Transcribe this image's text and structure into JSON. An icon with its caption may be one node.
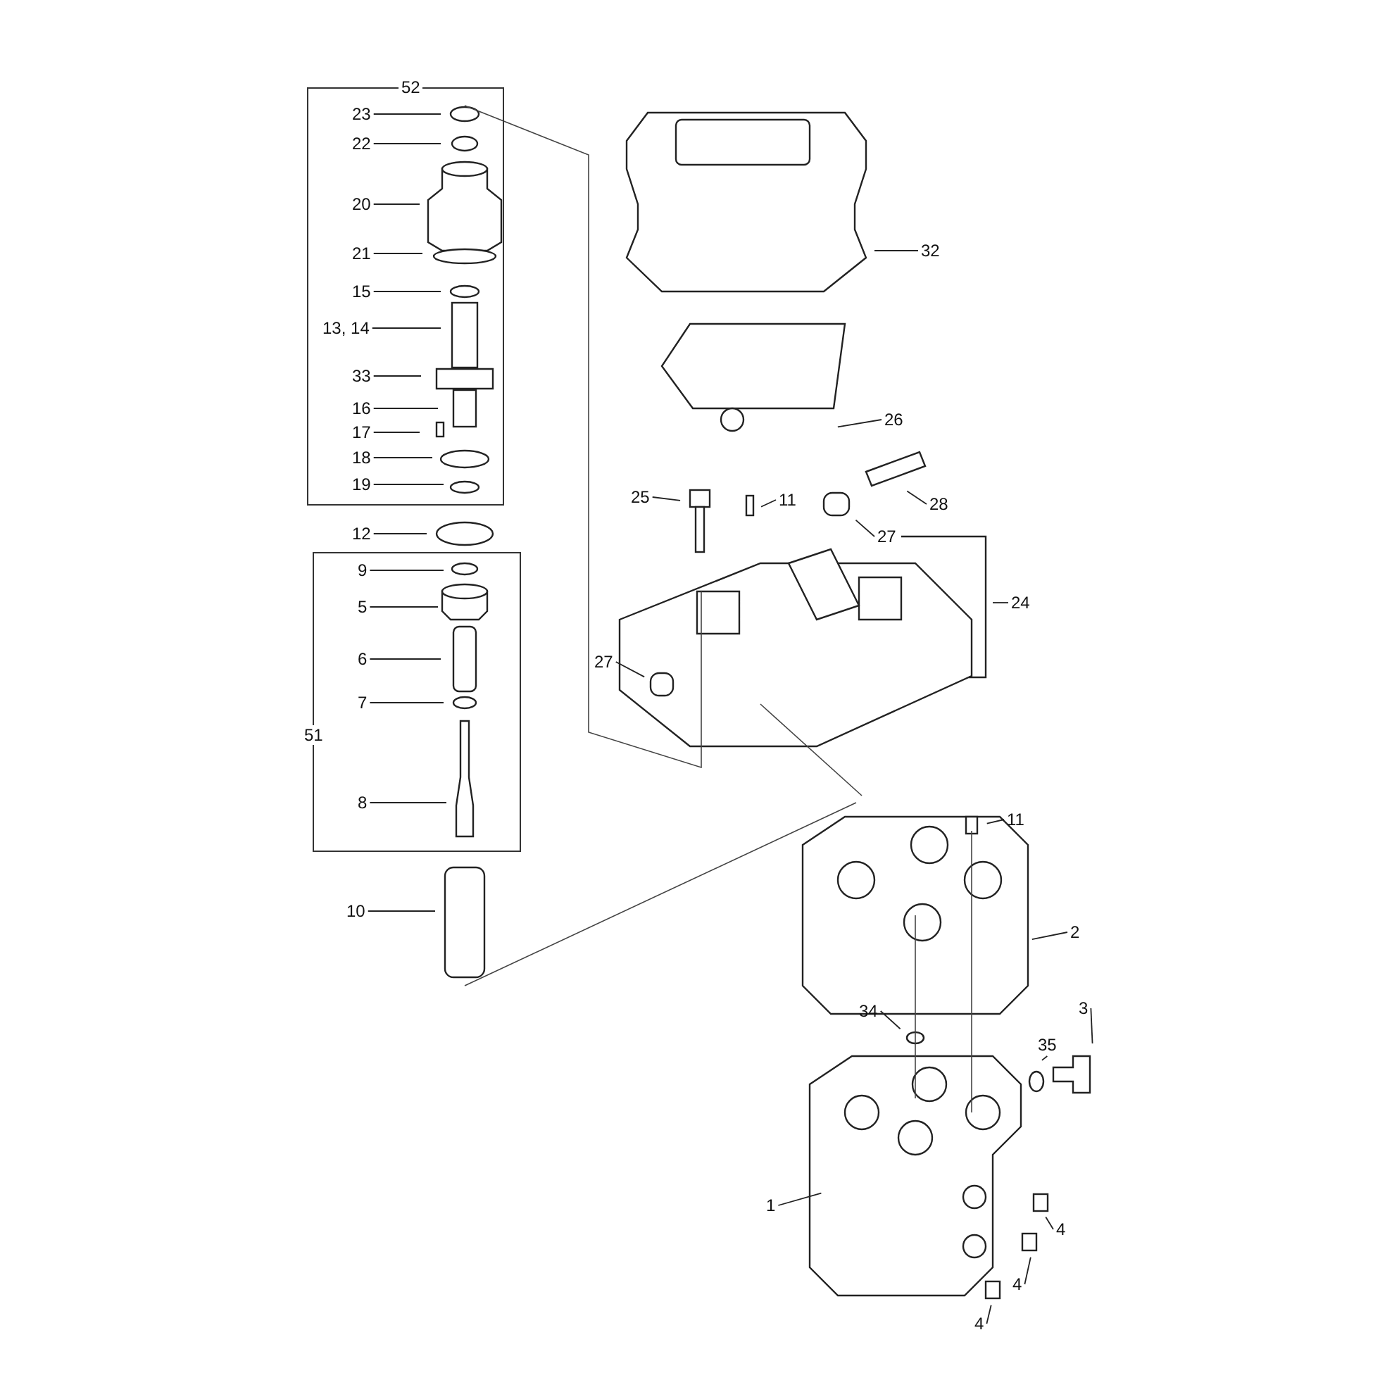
{
  "diagram": {
    "nodes": [
      {
        "text": [
          "52"
        ]
      },
      {
        "text": [
          "23"
        ],
        "in": 0
      },
      {
        "text": [
          "22"
        ],
        "in": 0
      },
      {
        "text": [
          "20"
        ],
        "in": 0
      },
      {
        "text": [
          "21"
        ],
        "in": 0
      },
      {
        "text": [
          "15"
        ],
        "in": 0
      },
      {
        "text": [
          "13, 14"
        ],
        "in": 0
      },
      {
        "text": [
          "33"
        ],
        "in": 0
      },
      {
        "text": [
          "16"
        ],
        "in": 0
      },
      {
        "text": [
          "17"
        ],
        "in": 0
      },
      {
        "text": [
          "18"
        ],
        "in": 0
      },
      {
        "text": [
          "19"
        ],
        "in": 0
      },
      {
        "text": [
          "12"
        ]
      },
      {
        "text": [
          "51"
        ]
      },
      {
        "text": [
          "9"
        ],
        "in": 13
      },
      {
        "text": [
          "5"
        ],
        "in": 13
      },
      {
        "text": [
          "6"
        ],
        "in": 13
      },
      {
        "text": [
          "7"
        ],
        "in": 13
      },
      {
        "text": [
          "8"
        ],
        "in": 13
      },
      {
        "text": [
          "10"
        ]
      },
      {
        "text": [
          "32"
        ]
      },
      {
        "text": [
          "26"
        ]
      },
      {
        "text": [
          "25"
        ]
      },
      {
        "text": [
          "11"
        ]
      },
      {
        "text": [
          "28"
        ]
      },
      {
        "text": [
          "27"
        ]
      },
      {
        "text": [
          "24"
        ]
      },
      {
        "text": [
          "27"
        ]
      },
      {
        "text": [
          "11"
        ]
      },
      {
        "text": [
          "2"
        ]
      },
      {
        "text": [
          "3"
        ]
      },
      {
        "text": [
          "34"
        ]
      },
      {
        "text": [
          "35"
        ]
      },
      {
        "text": [
          "1"
        ]
      },
      {
        "text": [
          "4"
        ]
      },
      {
        "text": [
          "4"
        ]
      },
      {
        "text": [
          "4"
        ]
      }
    ],
    "edges": [
      {
        "from": 1,
        "to": null,
        "arrow": "none"
      },
      {
        "from": 2,
        "to": null,
        "arrow": "none"
      },
      {
        "from": 3,
        "to": null,
        "arrow": "none"
      },
      {
        "from": 4,
        "to": null,
        "arrow": "none"
      },
      {
        "from": 5,
        "to": null,
        "arrow": "none"
      },
      {
        "from": 6,
        "to": null,
        "arrow": "none"
      },
      {
        "from": 7,
        "to": null,
        "arrow": "none"
      },
      {
        "from": 8,
        "to": null,
        "arrow": "none"
      },
      {
        "from": 9,
        "to": null,
        "arrow": "none"
      },
      {
        "from": 10,
        "to": null,
        "arrow": "none"
      },
      {
        "from": 11,
        "to": null,
        "arrow": "none"
      },
      {
        "from": 12,
        "to": null,
        "arrow": "none"
      },
      {
        "from": 14,
        "to": null,
        "arrow": "none"
      },
      {
        "from": 15,
        "to": null,
        "arrow": "none"
      },
      {
        "from": 16,
        "to": null,
        "arrow": "none"
      },
      {
        "from": 17,
        "to": null,
        "arrow": "none"
      },
      {
        "from": 18,
        "to": null,
        "arrow": "none"
      },
      {
        "from": 19,
        "to": null,
        "arrow": "none"
      },
      {
        "from": 20,
        "to": null,
        "arrow": "none"
      },
      {
        "from": 21,
        "to": null,
        "arrow": "none"
      },
      {
        "from": 22,
        "to": null,
        "arrow": "none"
      },
      {
        "from": 23,
        "to": null,
        "arrow": "none"
      },
      {
        "from": 24,
        "to": null,
        "arrow": "none"
      },
      {
        "from": 25,
        "to": null,
        "arrow": "none"
      },
      {
        "from": 26,
        "to": null,
        "arrow": "none"
      },
      {
        "from": 27,
        "to": null,
        "arrow": "none"
      },
      {
        "from": 28,
        "to": null,
        "arrow": "none"
      },
      {
        "from": 29,
        "to": null,
        "arrow": "none"
      },
      {
        "from": 30,
        "to": null,
        "arrow": "none"
      },
      {
        "from": 31,
        "to": null,
        "arrow": "none"
      },
      {
        "from": 32,
        "to": null,
        "arrow": "none"
      },
      {
        "from": 33,
        "to": null,
        "arrow": "none"
      },
      {
        "from": 34,
        "to": null,
        "arrow": "none"
      },
      {
        "from": 35,
        "to": null,
        "arrow": "none"
      },
      {
        "from": 36,
        "to": null,
        "arrow": "none"
      }
    ]
  }
}
